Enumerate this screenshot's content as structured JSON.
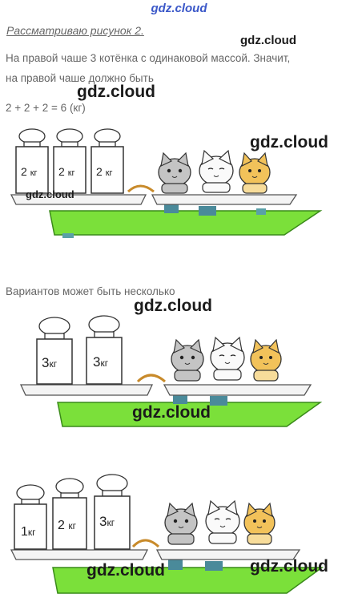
{
  "site": {
    "title": "gdz.cloud"
  },
  "heading": "Рассматриваю рисунок 2.",
  "intro": {
    "line1": "На правой чаше 3 котёнка с одинаковой массой. Значит,",
    "line2": "на правой чаше должно быть",
    "equation": "2 + 2 + 2 = 6 (кг)"
  },
  "variants_text": "Вариантов может быть несколько",
  "watermark": "gdz.cloud",
  "scales": [
    {
      "weights": [
        {
          "num": "2",
          "unit": "кг"
        },
        {
          "num": "2",
          "unit": "кг"
        },
        {
          "num": "2",
          "unit": "кг"
        }
      ]
    },
    {
      "weights": [
        {
          "num": "3",
          "unit": "кг"
        },
        {
          "num": "3",
          "unit": "кг"
        }
      ]
    },
    {
      "weights": [
        {
          "num": "1",
          "unit": "кг"
        },
        {
          "num": "2",
          "unit": "кг"
        },
        {
          "num": "3",
          "unit": "кг"
        }
      ]
    }
  ],
  "icons": {
    "weight": "weight-icon",
    "kitten": "kitten-icon",
    "scale": "balance-scale-icon"
  },
  "colors": {
    "title": "#3a57c8",
    "scale_base": "#7be03a",
    "kitten_orange": "#f2c25a",
    "kitten_gray": "#b8b8b8"
  }
}
